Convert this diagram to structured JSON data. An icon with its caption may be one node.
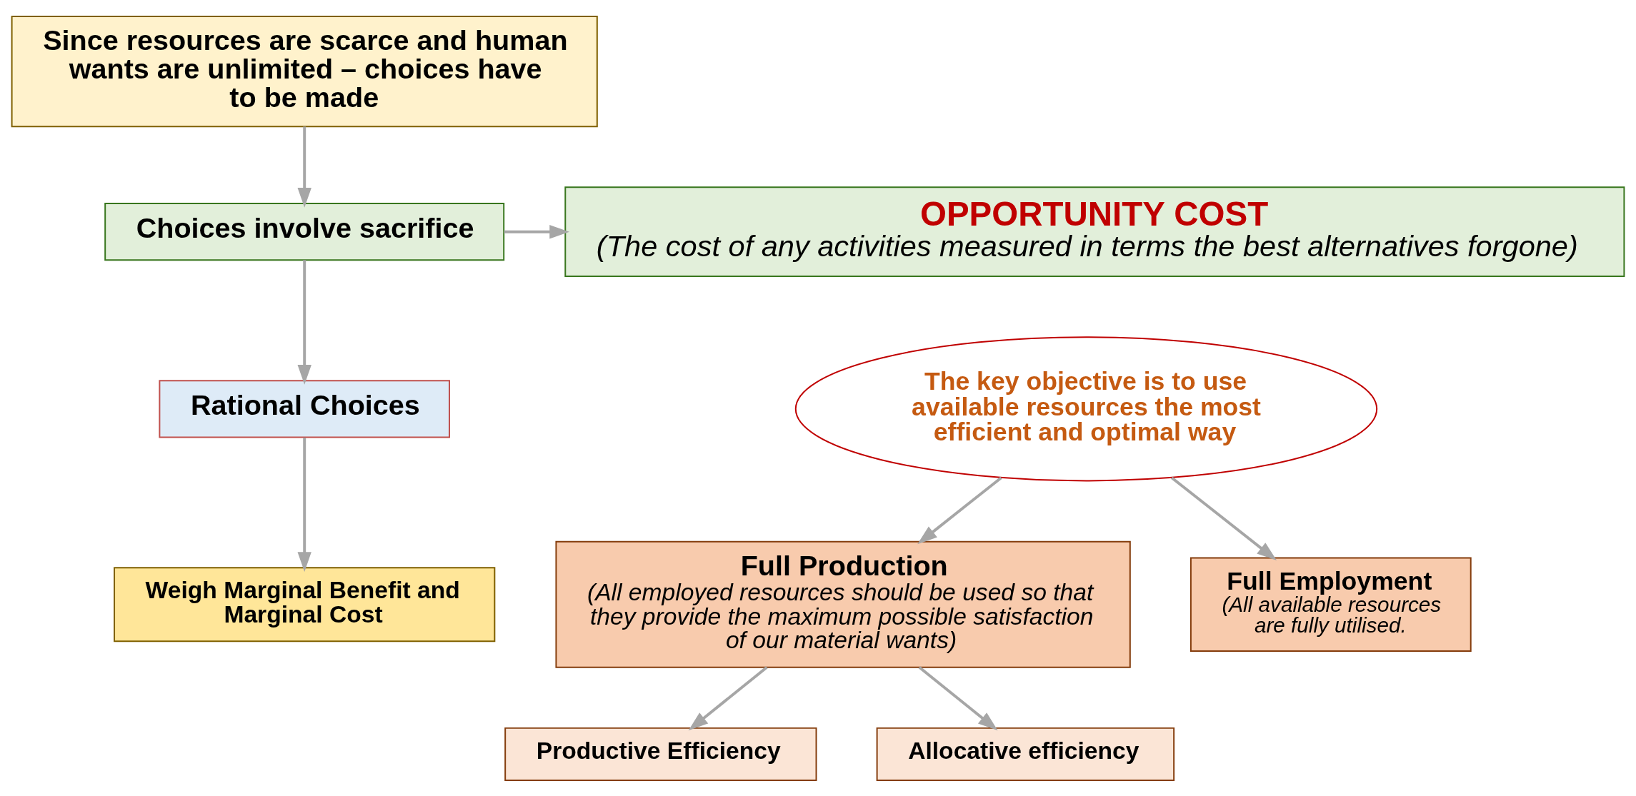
{
  "diagram": {
    "nodes": [
      {
        "text": [
          "Since resources are scarce and human wants are unlimited – choices have to be made"
        ]
      },
      {
        "text": [
          "Choices involve sacrifice"
        ]
      },
      {
        "text": [
          "OPPORTUNITY COST",
          "(The cost of any activities measured in terms the best alternatives forgone)"
        ]
      },
      {
        "text": [
          "Rational Choices"
        ]
      },
      {
        "text": [
          "Weigh Marginal Benefit and Marginal Cost"
        ]
      },
      {
        "text": [
          "The key objective is to use available resources the most efficient and optimal way"
        ]
      },
      {
        "text": [
          "Full Production",
          "(All employed resources should be used so that they provide the maximum possible satisfaction of our material wants)"
        ]
      },
      {
        "text": [
          "Full Employment",
          "(All available resources are fully utilised."
        ]
      },
      {
        "text": [
          "Productive Efficiency"
        ]
      },
      {
        "text": [
          "Allocative efficiency"
        ]
      }
    ],
    "edges": [
      {
        "from": 0,
        "to": 1,
        "arrow": "to"
      },
      {
        "from": 1,
        "to": 2,
        "arrow": "to"
      },
      {
        "from": 1,
        "to": 3,
        "arrow": "to"
      },
      {
        "from": 3,
        "to": 4,
        "arrow": "to"
      },
      {
        "from": 5,
        "to": 6,
        "arrow": "to"
      },
      {
        "from": 5,
        "to": 7,
        "arrow": "to"
      },
      {
        "from": 6,
        "to": 8,
        "arrow": "to"
      },
      {
        "from": 6,
        "to": 9,
        "arrow": "to"
      }
    ]
  }
}
